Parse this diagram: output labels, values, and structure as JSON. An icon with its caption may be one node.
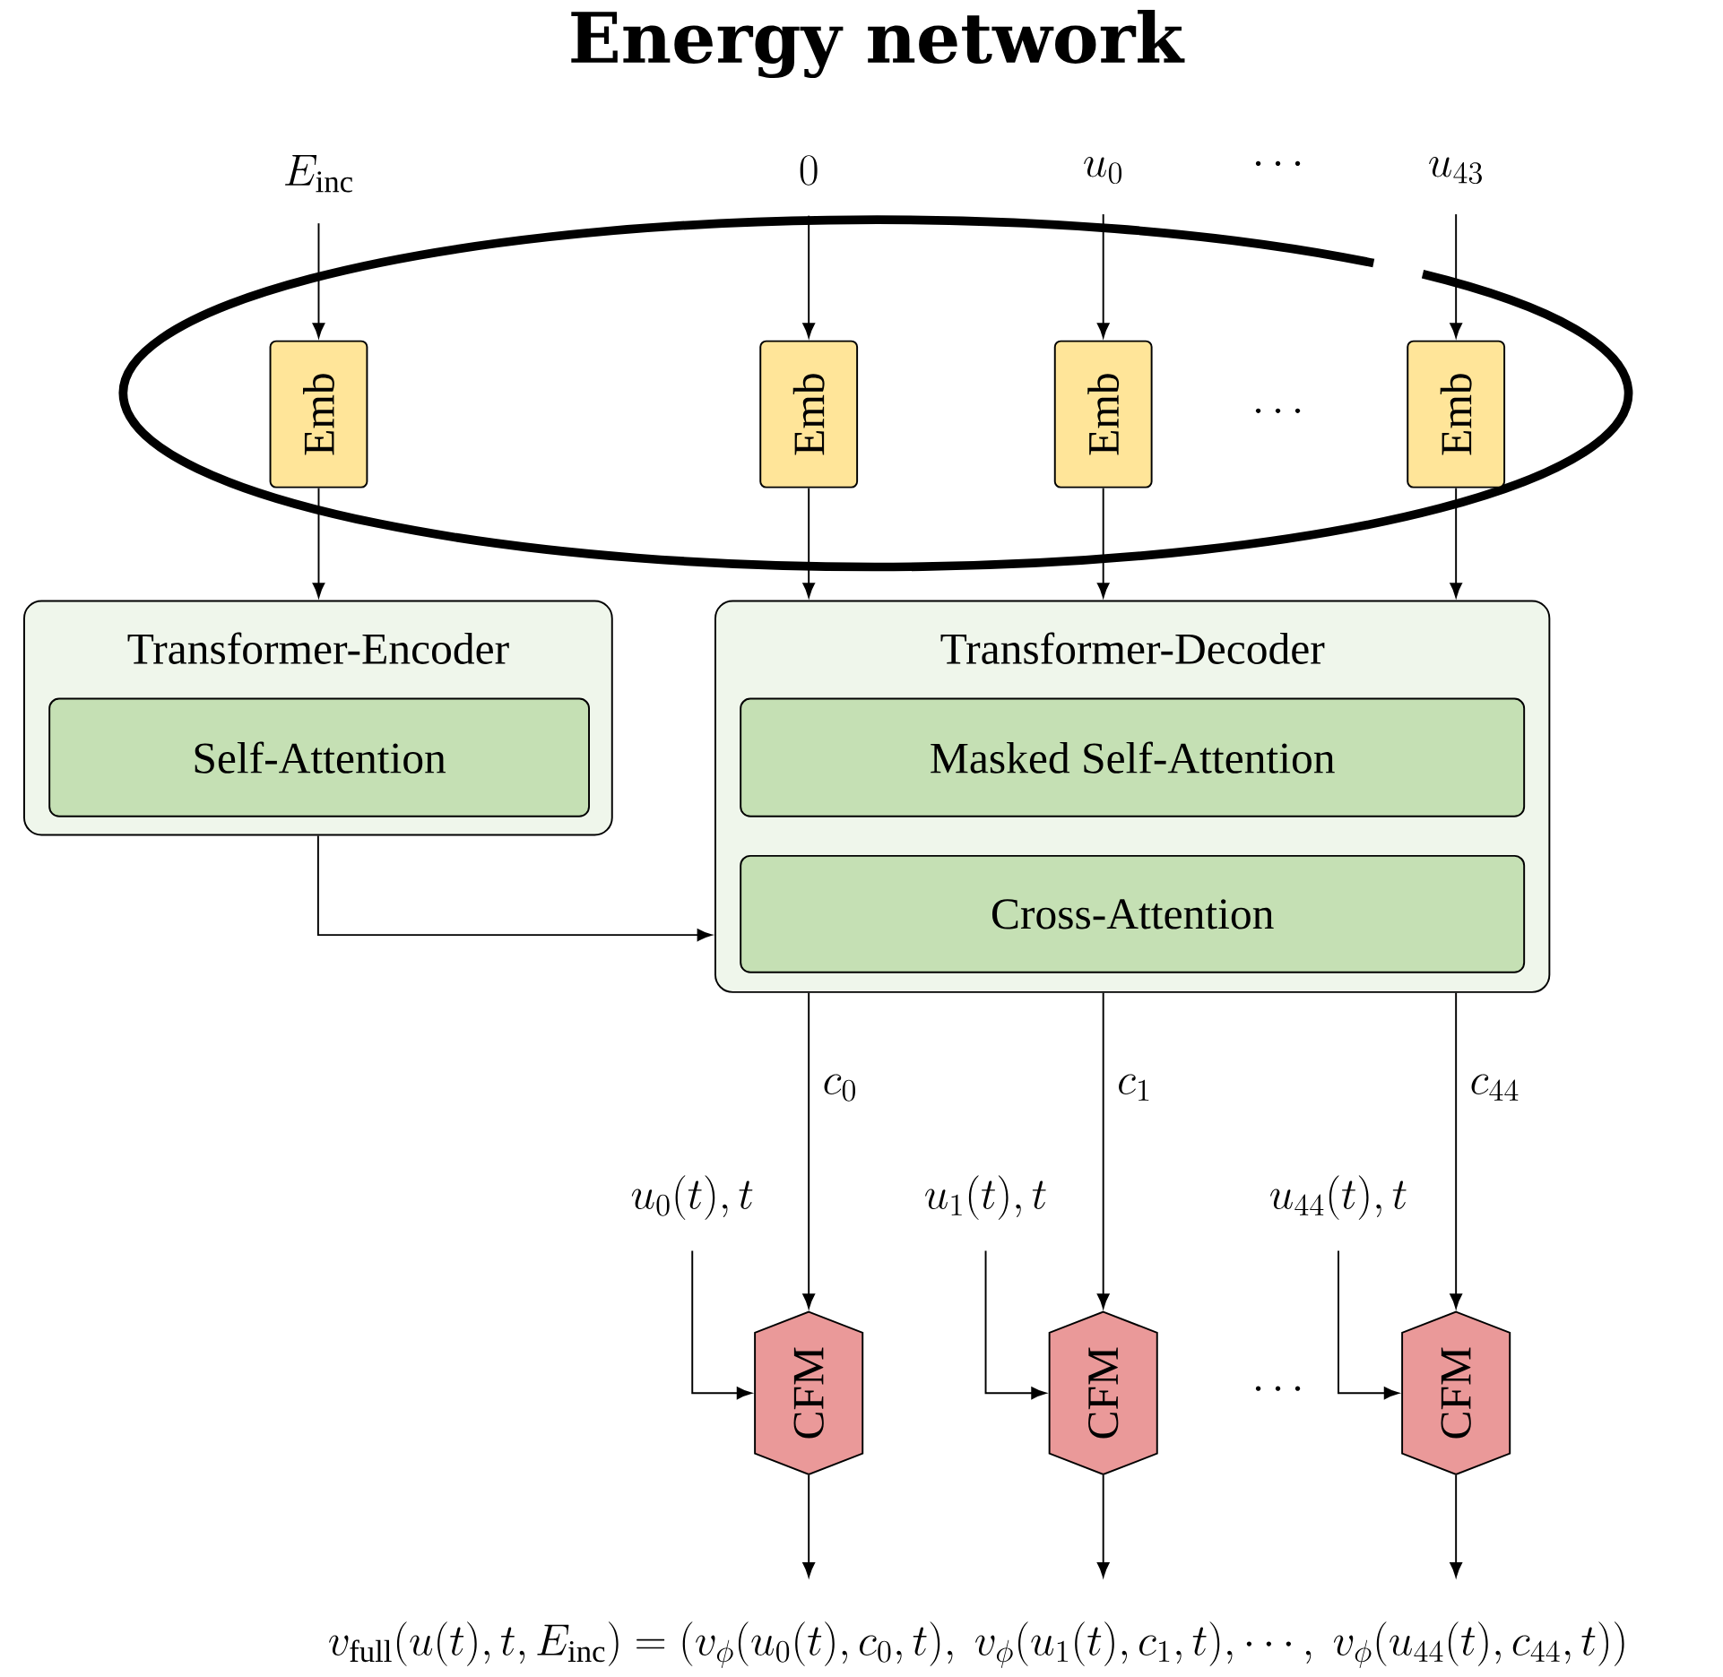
{
  "diagram": {
    "title": "Energy network",
    "nodes": [
      {
        "text": [
          "E_{\\mathrm{inc}}"
        ]
      },
      {
        "text": [
          "0"
        ]
      },
      {
        "text": [
          "u_0"
        ]
      },
      {
        "text": [
          "u_{43}"
        ]
      },
      {
        "text": [
          "Emb"
        ]
      },
      {
        "text": [
          "Emb"
        ]
      },
      {
        "text": [
          "Emb"
        ]
      },
      {
        "text": [
          "Emb"
        ]
      },
      {
        "text": [
          "Transformer-Encoder"
        ]
      },
      {
        "text": [
          "Self-Attention"
        ],
        "in": 8
      },
      {
        "text": [
          "Transformer-Decoder"
        ]
      },
      {
        "text": [
          "Masked Self-Attention"
        ],
        "in": 10
      },
      {
        "text": [
          "Cross-Attention"
        ],
        "in": 10
      },
      {
        "text": [
          "u_0(t),t"
        ]
      },
      {
        "text": [
          "u_1(t),t"
        ]
      },
      {
        "text": [
          "u_{44}(t),t"
        ]
      },
      {
        "text": [
          "CFM"
        ]
      },
      {
        "text": [
          "CFM"
        ]
      },
      {
        "text": [
          "CFM"
        ]
      }
    ],
    "edges": [
      {
        "from": 0,
        "to": 4,
        "arrow": "to"
      },
      {
        "from": 1,
        "to": 5,
        "arrow": "to"
      },
      {
        "from": 2,
        "to": 6,
        "arrow": "to"
      },
      {
        "from": 3,
        "to": 7,
        "arrow": "to"
      },
      {
        "from": 4,
        "to": 8,
        "arrow": "to"
      },
      {
        "from": 5,
        "to": 10,
        "arrow": "to"
      },
      {
        "from": 6,
        "to": 10,
        "arrow": "to"
      },
      {
        "from": 7,
        "to": 10,
        "arrow": "to"
      },
      {
        "from": 8,
        "to": 10,
        "arrow": "to"
      },
      {
        "from": 10,
        "to": 16,
        "arrow": "to",
        "label": "c_0"
      },
      {
        "from": 10,
        "to": 17,
        "arrow": "to",
        "label": "c_1"
      },
      {
        "from": 10,
        "to": 18,
        "arrow": "to",
        "label": "c_{44}"
      },
      {
        "from": 13,
        "to": 16,
        "arrow": "to"
      },
      {
        "from": 14,
        "to": 17,
        "arrow": "to"
      },
      {
        "from": 15,
        "to": 18,
        "arrow": "to"
      },
      {
        "from": 16,
        "to": null,
        "arrow": "to"
      },
      {
        "from": 17,
        "to": null,
        "arrow": "to"
      },
      {
        "from": 18,
        "to": null,
        "arrow": "to"
      }
    ],
    "labels": [
      "\\cdots",
      "\\cdots",
      "\\cdots",
      "v_{\\mathrm{full}}(u(t),t,E_{\\mathrm{inc}}) =\\Bigl(v_\\phi(u_0(t),c_0,t),\\ v_\\phi(u_1(t),c_1,t),\\cdots,\\ v_\\phi(u_{44}(t),c_{44},t)\\Bigr)"
    ]
  }
}
